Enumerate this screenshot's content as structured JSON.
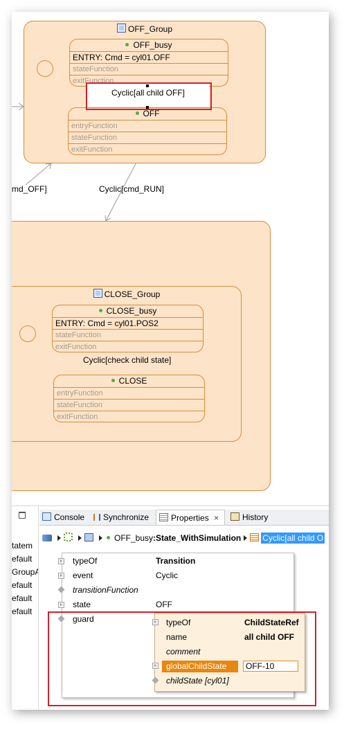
{
  "diagram": {
    "off_group": {
      "title": "OFF_Group",
      "states": [
        {
          "name": "OFF_busy",
          "rows": [
            "ENTRY: Cmd = cyl01.OFF",
            "stateFunction",
            "exitFunction"
          ]
        },
        {
          "name": "OFF",
          "rows": [
            "entryFunction",
            "stateFunction",
            "exitFunction"
          ]
        }
      ],
      "inner_transition": "Cyclic[all child OFF]"
    },
    "edge_labels": {
      "left": "md_OFF]",
      "run": "Cyclic[cmd_RUN]"
    },
    "close_group": {
      "title": "CLOSE_Group",
      "states": [
        {
          "name": "CLOSE_busy",
          "rows": [
            "ENTRY: Cmd = cyl01.POS2",
            "stateFunction",
            "exitFunction"
          ]
        },
        {
          "name": "CLOSE",
          "rows": [
            "entryFunction",
            "stateFunction",
            "exitFunction"
          ]
        }
      ],
      "inner_transition": "Cyclic[check child state]"
    }
  },
  "left_pane": {
    "items": [
      "tatem",
      "efault",
      "GroupA",
      "efault",
      "efault",
      "efault"
    ]
  },
  "tabs": [
    {
      "label": "Console",
      "icon": "console-icon"
    },
    {
      "label": "Synchronize",
      "icon": "synchronize-icon"
    },
    {
      "label": "Properties",
      "icon": "properties-icon",
      "active": true,
      "close": "×"
    },
    {
      "label": "History",
      "icon": "history-icon"
    }
  ],
  "breadcrumb": {
    "node_type": "OFF_busy",
    "node_class": ":State_WithSimulation",
    "selected": "Cyclic[all child O"
  },
  "properties": {
    "rows": [
      {
        "key": "typeOf",
        "value": "Transition"
      },
      {
        "key": "event",
        "value": "Cyclic"
      },
      {
        "key": "transitionFunction",
        "value": ""
      },
      {
        "key": "state",
        "value": "OFF"
      },
      {
        "key": "guard",
        "value": ""
      }
    ],
    "guard": [
      {
        "key": "typeOf",
        "value": "ChildStateRef"
      },
      {
        "key": "name",
        "value": "all child OFF"
      },
      {
        "key": "comment",
        "value": ""
      },
      {
        "key": "globalChildState",
        "value": "OFF-10"
      },
      {
        "key": "childState [cyl01]",
        "value": ""
      }
    ]
  },
  "colors": {
    "state_fill": "#fde4c8",
    "state_border": "#d98a3a",
    "highlight": "#d0202a",
    "selected_key": "#e8860f",
    "selection_blue": "#3399ff"
  }
}
